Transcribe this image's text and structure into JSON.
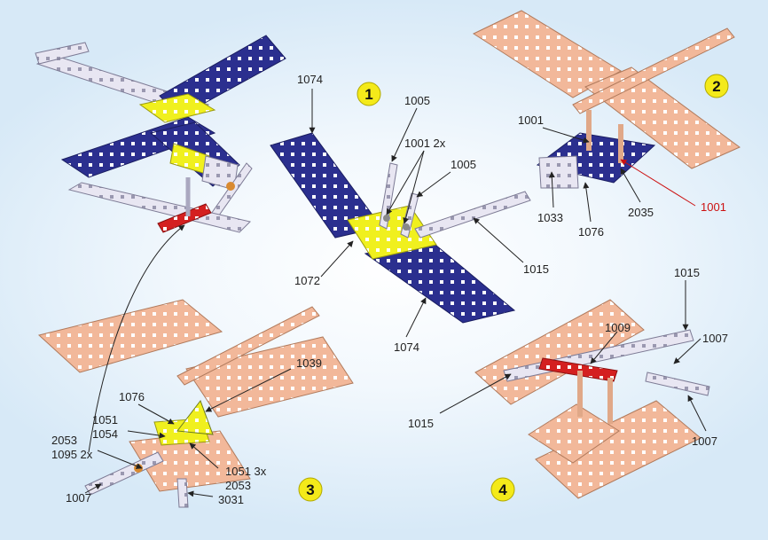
{
  "colors": {
    "navy": "#2b2f8f",
    "yellow": "#f0f01e",
    "white_part": "#e8e6f2",
    "red": "#d42020",
    "copper": "#f2b89a",
    "badge": "#f4ea1a",
    "callout_red": "#cc1111"
  },
  "steps": {
    "s1": "1",
    "s2": "2",
    "s3": "3",
    "s4": "4"
  },
  "labels": {
    "c1_1074_top": "1074",
    "c1_1005_top": "1005",
    "c1_1001_2x": "1001 2x",
    "c1_1005_right": "1005",
    "c1_1072": "1072",
    "c1_1015": "1015",
    "c1_1074_bottom": "1074",
    "c2_1001": "1001",
    "c2_1001_red": "1001",
    "c2_1033": "1033",
    "c2_1076": "1076",
    "c2_2035": "2035",
    "c3_1039": "1039",
    "c3_1076": "1076",
    "c3_1051": "1051",
    "c3_1054": "1054",
    "c3_2053": "2053",
    "c3_1095_2x": "1095 2x",
    "c3_1051_3x": "1051 3x",
    "c3_2053_b": "2053",
    "c3_1007": "1007",
    "c3_3031": "3031",
    "c4_1015_top": "1015",
    "c4_1009": "1009",
    "c4_1007_top": "1007",
    "c4_1015_left": "1015",
    "c4_1007_bottom": "1007"
  }
}
